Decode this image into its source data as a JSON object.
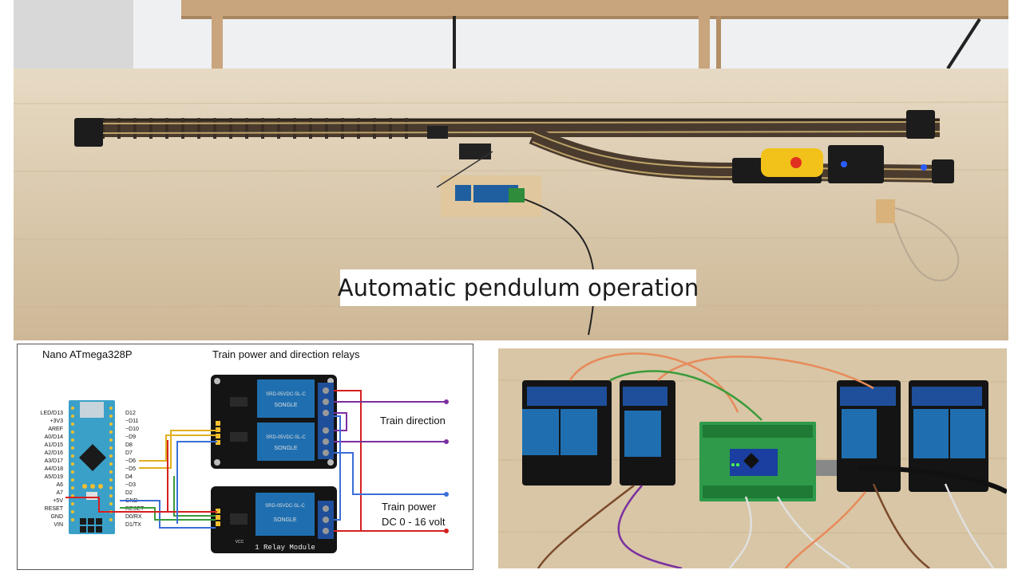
{
  "caption": "Automatic pendulum operation",
  "schematic": {
    "board_title": "Nano ATmega328P",
    "relays_title": "Train power and direction relays",
    "train_direction": "Train direction",
    "train_power": "Train power",
    "train_power_spec": "DC  0 - 16 volt",
    "left_pins": [
      "LED/D13",
      "+3V3",
      "AREF",
      "A0/D14",
      "A1/D15",
      "A2/D16",
      "A3/D17",
      "A4/D18",
      "A5/D19",
      "A6",
      "A7",
      "+5V",
      "RESET",
      "GND",
      "VIN"
    ],
    "right_pins": [
      "D12",
      "~D11",
      "~D10",
      "~D9",
      "D8",
      "D7",
      "~D6",
      "~D5",
      "D4",
      "~D3",
      "D2",
      "GND",
      "RESET",
      "D0/RX",
      "D1/TX"
    ],
    "relay_2ch_text": [
      "SRD-05VDC-SL-C",
      "SRD-05VDC-SL-C",
      "SONGLE",
      "SONGLE"
    ],
    "relay_1ch_label": "1 Relay Module",
    "relay_1ch_part": "SRD-05VDC-SL-C",
    "relay_1ch_brand": "SONGLE",
    "vcc_label": "VCC"
  },
  "colors": {
    "wood": "#d9c7a8",
    "relay_blue": "#1f6fb0",
    "pcb": "#111111",
    "nano_blue": "#3aa0c8",
    "wire_red": "#d62020",
    "wire_purple": "#7b2fa0",
    "wire_blue": "#3a6fd8",
    "wire_green": "#3a9c3a",
    "wire_yellow": "#e0b020"
  }
}
